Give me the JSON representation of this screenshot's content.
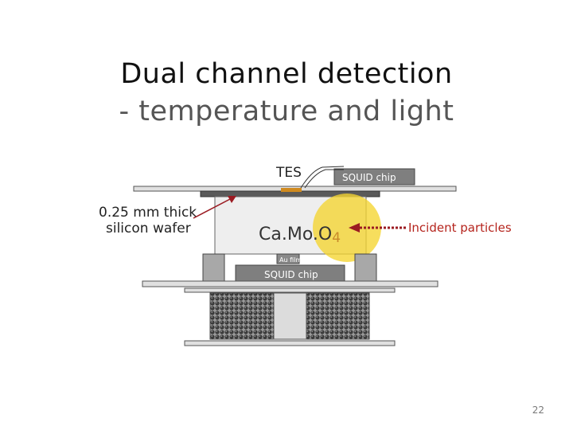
{
  "slide": {
    "title_line1": "Dual channel detection",
    "title_line2": "- temperature and light",
    "page_number": "22"
  },
  "diagram": {
    "tes_label": "TES",
    "squid_chip_top_label": "SQUID chip",
    "squid_chip_bottom_label": "SQUID chip",
    "wafer_label_line1": "0.25 mm thick",
    "wafer_label_line2": "silicon wafer",
    "crystal_label_main": "Ca.Mo.O",
    "crystal_label_sub": "4",
    "film_label": "Au film",
    "incident_label": "Incident particles"
  },
  "colors": {
    "arrow": "#9b1b22",
    "incident_text": "#b5241d",
    "highlight": "#f5d530",
    "tes_pad": "#d08a1f",
    "subscript": "#c98a2a"
  }
}
